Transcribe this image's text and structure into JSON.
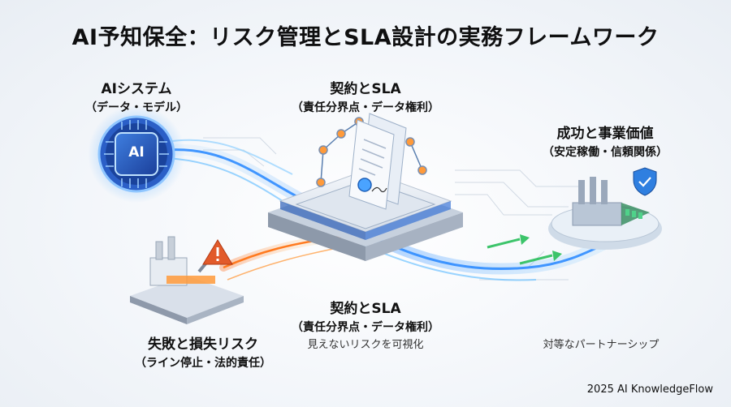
{
  "title": "AI予知保全：リスク管理とSLA設計の実務フレームワーク",
  "nodes": {
    "ai": {
      "label": "AIシステム",
      "sub": "（データ・モデル）",
      "chip": "AI"
    },
    "contract_top": {
      "label": "契約とSLA",
      "sub": "（責任分界点・データ権利）"
    },
    "success": {
      "label": "成功と事業価値",
      "sub": "（安定稼働・信頼関係）"
    },
    "failure": {
      "label": "失敗と損失リスク",
      "sub": "（ライン停止・法的責任）"
    },
    "contract_bottom": {
      "label": "契約とSLA",
      "sub": "（責任分界点・データ権利）"
    }
  },
  "captions": {
    "visualize": "見えないリスクを可視化",
    "partnership": "対等なパートナーシップ"
  },
  "footer": "2025 AI KnowledgeFlow",
  "colors": {
    "blue_flow": "#3aa0ff",
    "orange_flow": "#ff8a2a",
    "green_arrow": "#3cc46a",
    "warning": "#e25a2a"
  }
}
